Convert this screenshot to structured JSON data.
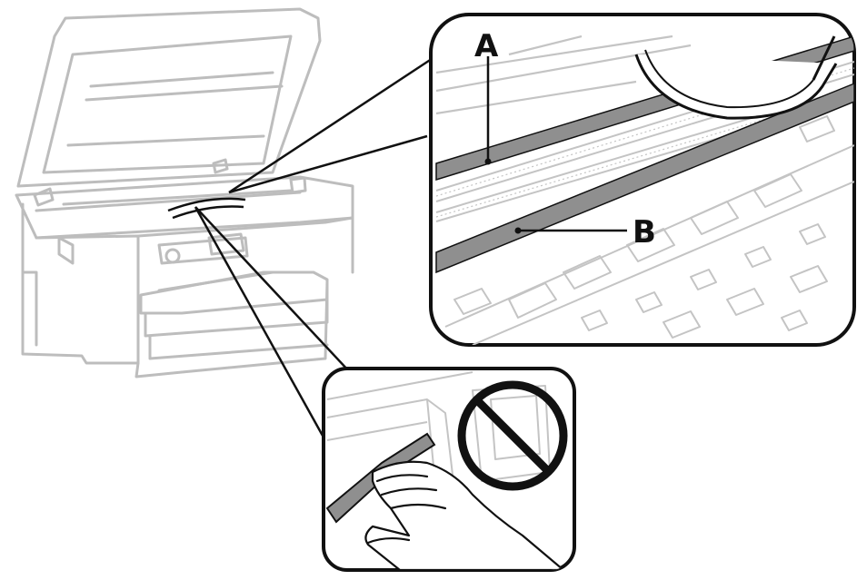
{
  "figure": {
    "callouts": [
      {
        "id": "A",
        "text": "A"
      },
      {
        "id": "B",
        "text": "B"
      }
    ]
  },
  "colors": {
    "outline": "#111111",
    "printer_line": "#bdbdbd",
    "film_strip": "#8f8f8f",
    "prohibition": "#111111",
    "background": "#ffffff"
  },
  "icons": {
    "prohibition": "no-symbol-icon",
    "hand": "hand-icon"
  }
}
